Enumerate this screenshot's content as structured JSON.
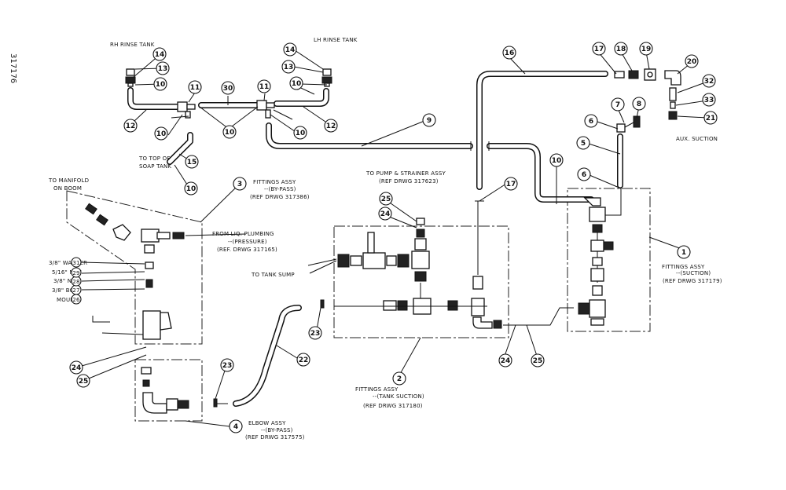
{
  "drawing_number": "317176",
  "labels": {
    "rh_rinse_tank": "RH RINSE TANK",
    "lh_rinse_tank": "LH RINSE TANK",
    "top_soap_1": "TO TOP OF",
    "top_soap_2": "SOAP TANK",
    "manifold_1": "TO MANIFOLD",
    "manifold_2": "ON BOOM",
    "from_liq_1": "FROM LIQ. PLUMBING",
    "from_liq_2": "--(PRESSURE)",
    "from_liq_3": "(REF. DRWG 317165)",
    "tank_sump": "TO TANK SUMP",
    "pump_1": "TO PUMP & STRAINER ASSY",
    "pump_2": "(REF DRWG 317623)",
    "aux_suction": "AUX. SUCTION",
    "fit1_1": "FITTINGS ASSY",
    "fit1_2": "--(SUCTION)",
    "fit1_3": "(REF DRWG 317179)",
    "fit2_1": "FITTINGS ASSY",
    "fit2_2": "--(TANK SUCTION)",
    "fit2_3": "(REF DRWG 317180)",
    "fit3_1": "FITTINGS ASSY",
    "fit3_2": "--(BY-PASS)",
    "fit3_3": "(REF DRWG 317386)",
    "elbow_1": "ELBOW ASSY",
    "elbow_2": "--(BY-PASS)",
    "elbow_3": "(REF DRWG 317575)",
    "hw_31": "3/8\" WASHER",
    "hw_29": "5/16\" NUT",
    "hw_28": "3/8\" NUT",
    "hw_27": "3/8\" BOLT",
    "hw_26": "MOUNT"
  },
  "callouts": {
    "c1": "1",
    "c2": "2",
    "c3": "3",
    "c4": "4",
    "c5": "5",
    "c6a": "6",
    "c6b": "6",
    "c7": "7",
    "c8": "8",
    "c9": "9",
    "c10a": "10",
    "c10b": "10",
    "c10c": "10",
    "c10d": "10",
    "c10e": "10",
    "c10f": "10",
    "c10g": "10",
    "c11a": "11",
    "c11b": "11",
    "c12a": "12",
    "c12b": "12",
    "c13a": "13",
    "c13b": "13",
    "c14a": "14",
    "c14b": "14",
    "c15": "15",
    "c16": "16",
    "c17a": "17",
    "c17b": "17",
    "c18": "18",
    "c19": "19",
    "c20": "20",
    "c21": "21",
    "c22": "22",
    "c23a": "23",
    "c23b": "23",
    "c24a": "24",
    "c24b": "24",
    "c24c": "24",
    "c25a": "25",
    "c25b": "25",
    "c25c": "25",
    "c26": "26",
    "c27": "27",
    "c28": "28",
    "c29": "29",
    "c30": "30",
    "c31": "31",
    "c32": "32",
    "c33": "33"
  }
}
